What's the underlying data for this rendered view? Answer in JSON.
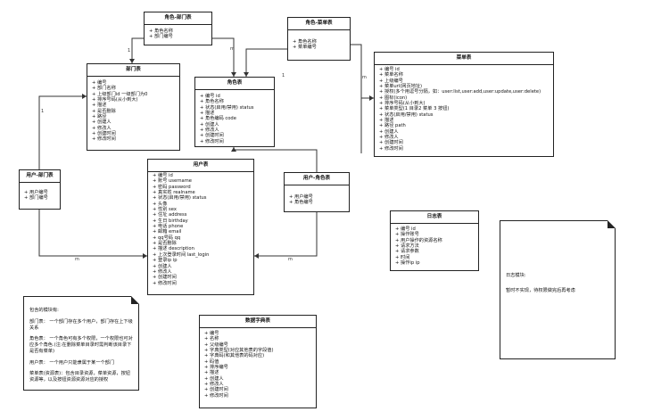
{
  "entities": {
    "role_dept": {
      "title": "角色-部门表",
      "fields": [
        "角色名称",
        "部门编号"
      ]
    },
    "role_menu": {
      "title": "角色-菜单表",
      "fields": [
        "角色名称",
        "菜单编号"
      ]
    },
    "dept": {
      "title": "部门表",
      "fields": [
        "编号",
        "部门名称",
        "上级部门id 一级部门为0",
        "排序号码(从小到大)",
        "描述",
        "是否删除",
        "路径",
        "创建人",
        "修改人",
        "创建时间",
        "修改时间"
      ]
    },
    "role": {
      "title": "角色表",
      "fields": [
        "编号 id",
        "角色名称",
        "状态(启用/禁用) status",
        "描述",
        "角色编码 code",
        "创建人",
        "修改人",
        "创建时间",
        "修改时间"
      ]
    },
    "menu": {
      "title": "菜单表",
      "fields": [
        "编号 id",
        "菜单名称",
        "上级编号",
        "菜单url(网页地址)",
        "授权(多个用逗号分隔，如：user:list,user:add,user:update,user:delete)",
        "图标(icon)",
        "排序号码(从小到大)",
        "菜单类型(1 目录2 菜单 3 按钮)",
        "状态(启用/禁用) status",
        "描述",
        "路径 path",
        "创建人",
        "修改人",
        "创建时间",
        "修改时间"
      ]
    },
    "user_dept": {
      "title": "用户-部门表",
      "fields": [
        "用户编号",
        "部门编号"
      ]
    },
    "user": {
      "title": "用户表",
      "fields": [
        "编号 id",
        "账号 username",
        "密码 password",
        "真实姓 realname",
        "状态(启用/禁用) status",
        "头像",
        "性别 sex",
        "住址 address",
        "生日 birthday",
        "电话 phone",
        "邮箱 email",
        "qq号码 qq",
        "是否删除",
        "描述 description",
        "上次登录时间 last_login",
        "登录ip  ip",
        "创建人",
        "修改人",
        "创建时间",
        "修改时间"
      ]
    },
    "user_role": {
      "title": "用户-角色表",
      "fields": [
        "用户编号",
        "角色编号"
      ]
    },
    "log": {
      "title": "日志表",
      "fields": [
        "编号 id",
        "操作账号",
        "用户操作的资源名称",
        "请求方法",
        "请求参数",
        "时间",
        "操作ip  ip"
      ]
    },
    "dict": {
      "title": "数据字典表",
      "fields": [
        "编号",
        "名称",
        "父级编号",
        "字典类型(对应其他表的字段值)",
        "字典码(和其他表的码对应)",
        "码值",
        "排序编号",
        "描述",
        "创建人",
        "修改人",
        "创建时间",
        "修改时间"
      ]
    }
  },
  "notes": {
    "left": [
      "包含的模块有:",
      "部门表： 一个部门存在多个用户，部门存在上下级关系",
      "角色表： 一个角色可有多个权限，一个权限也可对应多个角色.(注:在删除菜单目录时需判断该目录下是否有菜单)",
      "用户表： 一个用户只能隶属于某一个部门",
      "菜单表(资源表)：包含目录资源，菜单资源，按钮资源等，以及按钮资源资源对应的授权"
    ],
    "right": [
      "日志模块:",
      "暂时不实现，待权限做完后再考虑"
    ]
  },
  "multiplicities": {
    "one": "1",
    "many": "m"
  }
}
